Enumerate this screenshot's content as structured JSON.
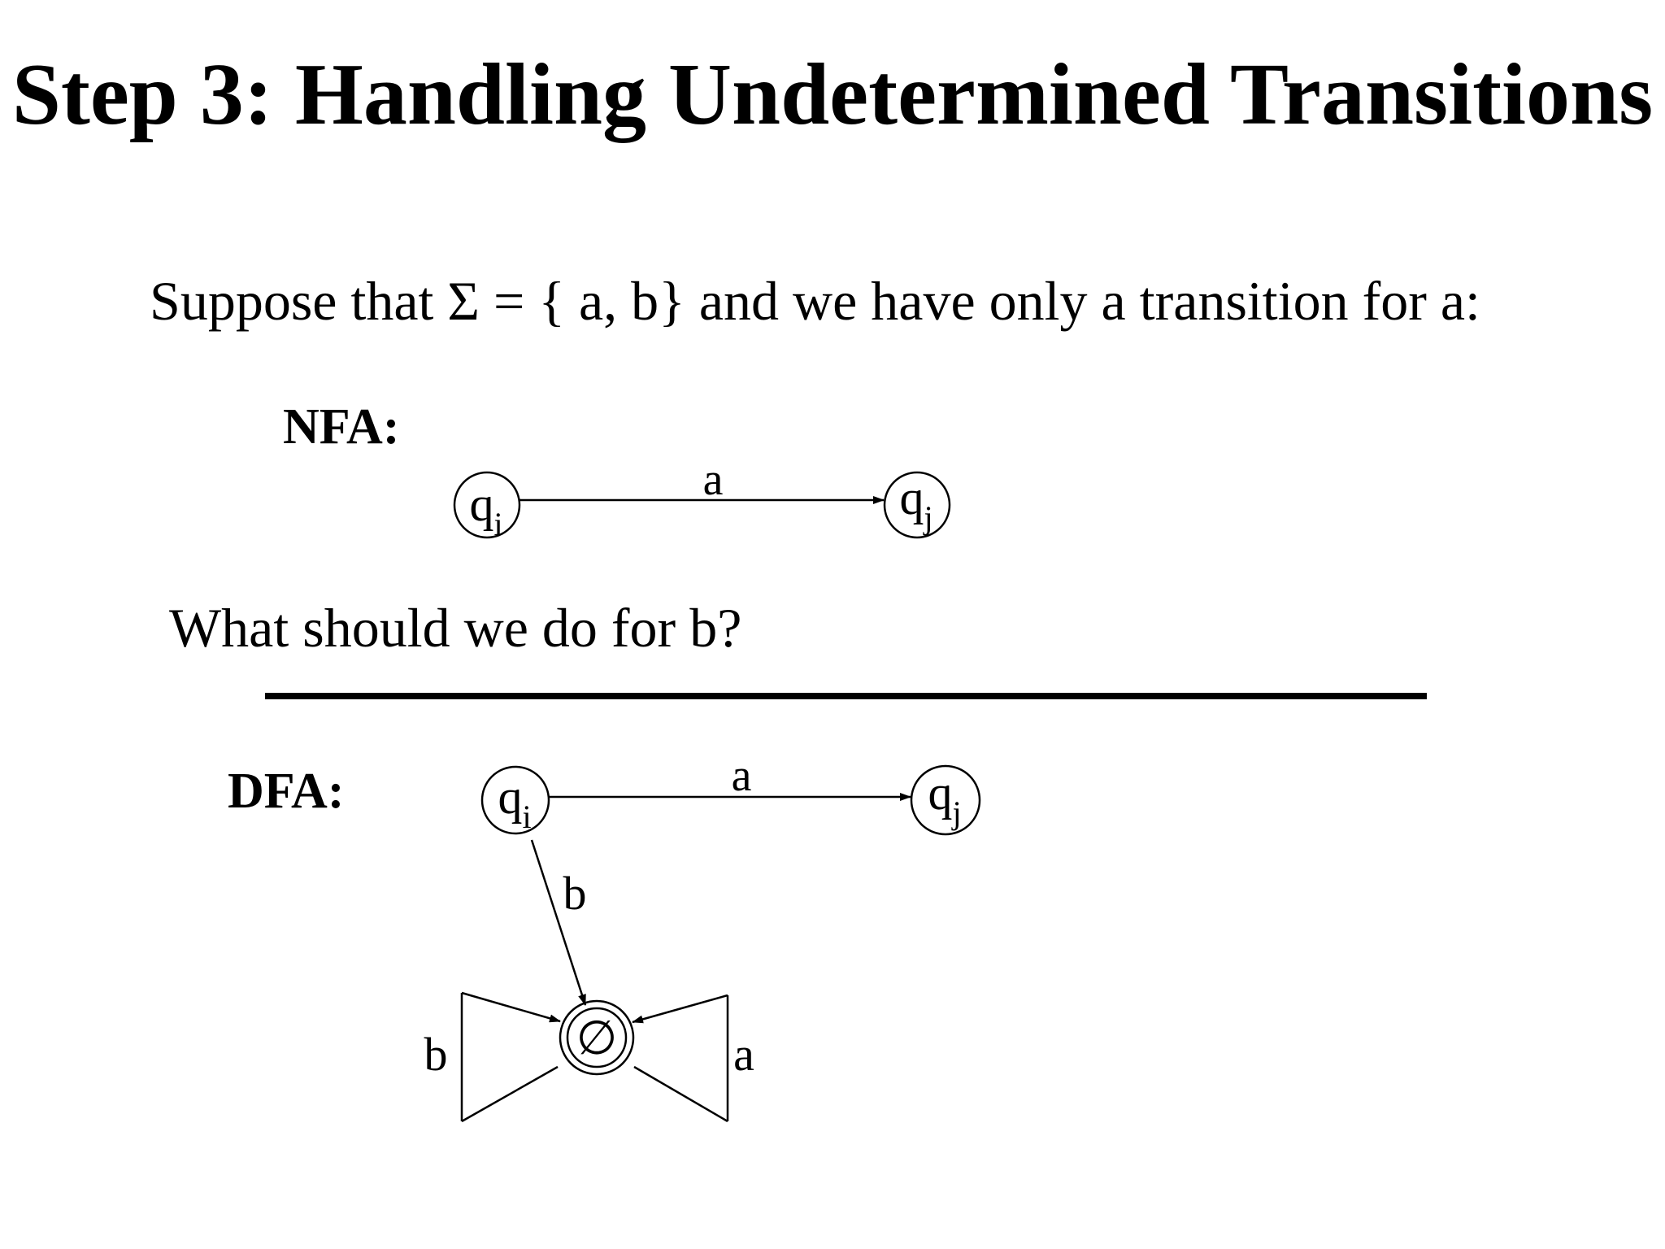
{
  "title": "Step 3: Handling Undetermined Transitions",
  "intro": "Suppose that Σ = { a, b} and we have only a transition for a:",
  "question": "What should we do for b?",
  "nfa": {
    "label": "NFA:",
    "states": [
      {
        "id": "qi",
        "name": "q",
        "subscript": "i"
      },
      {
        "id": "qj",
        "name": "q",
        "subscript": "j"
      }
    ],
    "transitions": [
      {
        "from": "qi",
        "to": "qj",
        "symbol": "a"
      }
    ]
  },
  "dfa": {
    "label": "DFA:",
    "states": [
      {
        "id": "qi",
        "name": "q",
        "subscript": "i"
      },
      {
        "id": "qj",
        "name": "q",
        "subscript": "j"
      },
      {
        "id": "empty",
        "name": "∅",
        "subscript": ""
      }
    ],
    "transitions": [
      {
        "from": "qi",
        "to": "qj",
        "symbol": "a"
      },
      {
        "from": "qi",
        "to": "empty",
        "symbol": "b"
      },
      {
        "from": "empty",
        "to": "empty",
        "symbol": "b"
      },
      {
        "from": "empty",
        "to": "empty",
        "symbol": "a"
      }
    ]
  }
}
